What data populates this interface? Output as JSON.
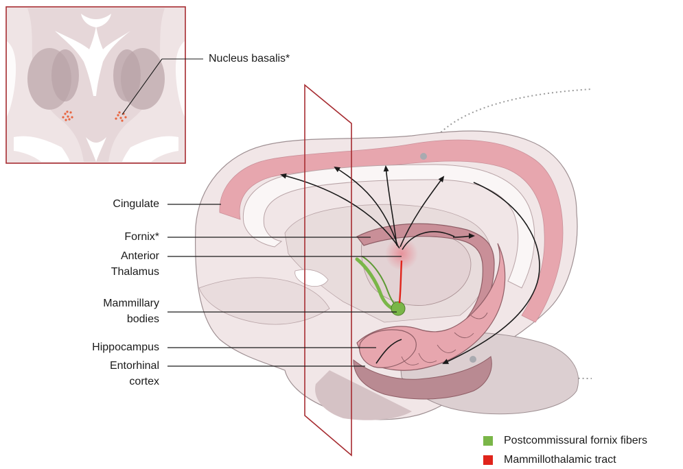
{
  "labels": {
    "nucleus_basalis": "Nucleus basalis*",
    "cingulate": "Cingulate",
    "fornix": "Fornix*",
    "anterior_thalamus_1": "Anterior",
    "anterior_thalamus_2": "Thalamus",
    "mammillary_1": "Mammillary",
    "mammillary_2": "bodies",
    "hippocampus": "Hippocampus",
    "entorhinal_1": "Entorhinal",
    "entorhinal_2": "cortex"
  },
  "legend": [
    {
      "label": "Postcommissural fornix fibers",
      "color": "#7ab648"
    },
    {
      "label": "Mammillothalamic tract",
      "color": "#e0241b"
    }
  ],
  "colors": {
    "cortex_pink": "#e7a6ae",
    "brain_light": "#f1e6e7",
    "brain_mid": "#dccfd1",
    "hippo_mauve": "#c98f98",
    "frame_red": "#a62b30",
    "inset_bg": "#efe4e5"
  }
}
